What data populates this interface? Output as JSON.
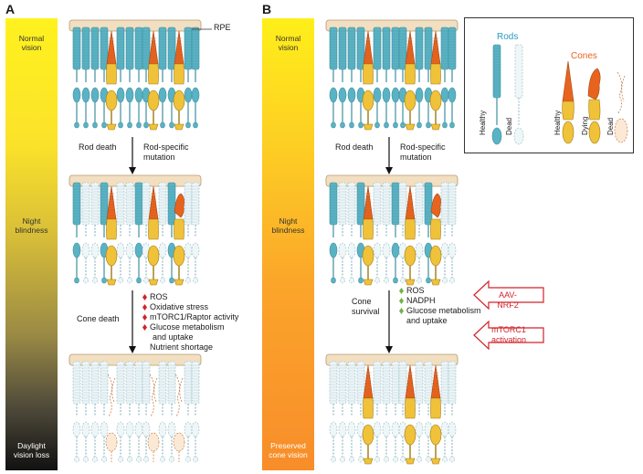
{
  "panels": {
    "a": {
      "letter": "A",
      "stages": {
        "top": "Normal\nvision",
        "middle": "Night\nblindness",
        "bottom": "Daylight\nvision loss"
      },
      "rpe_label": "RPE",
      "step1": {
        "left": "Rod death",
        "right": "Rod-specific\nmutation"
      },
      "step2": {
        "left": "Cone death",
        "items": [
          "ROS",
          "Oxidative stress",
          "mTORC1/Raptor activity",
          "Glucose metabolism",
          "and uptake",
          "Nutrient shortage"
        ]
      }
    },
    "b": {
      "letter": "B",
      "stages": {
        "top": "Normal\nvision",
        "middle": "Night\nblindness",
        "bottom": "Preserved\ncone vision"
      },
      "step1": {
        "left": "Rod death",
        "right": "Rod-specific\nmutation"
      },
      "step2": {
        "left": "Cone\nsurvival",
        "items": [
          "ROS",
          "NADPH",
          "Glucose metabolism",
          "and uptake"
        ]
      },
      "interventions": [
        "AAV-NRF2",
        "mTORC1\nactivation"
      ]
    }
  },
  "legend": {
    "rods_title": "Rods",
    "cones_title": "Cones",
    "rod_states": [
      "Healthy",
      "Dead"
    ],
    "cone_states": [
      "Healthy",
      "Dying",
      "Dead"
    ]
  },
  "colors": {
    "rod": "#5ab3c4",
    "rod_title": "#2a9bc0",
    "cone_title": "#e8641e",
    "cone_os": "#e8641e",
    "cone_body": "#f0c23a",
    "marker_red": "#d2232a",
    "marker_green": "#6fb24a",
    "rpe": "#f2dfc1"
  }
}
